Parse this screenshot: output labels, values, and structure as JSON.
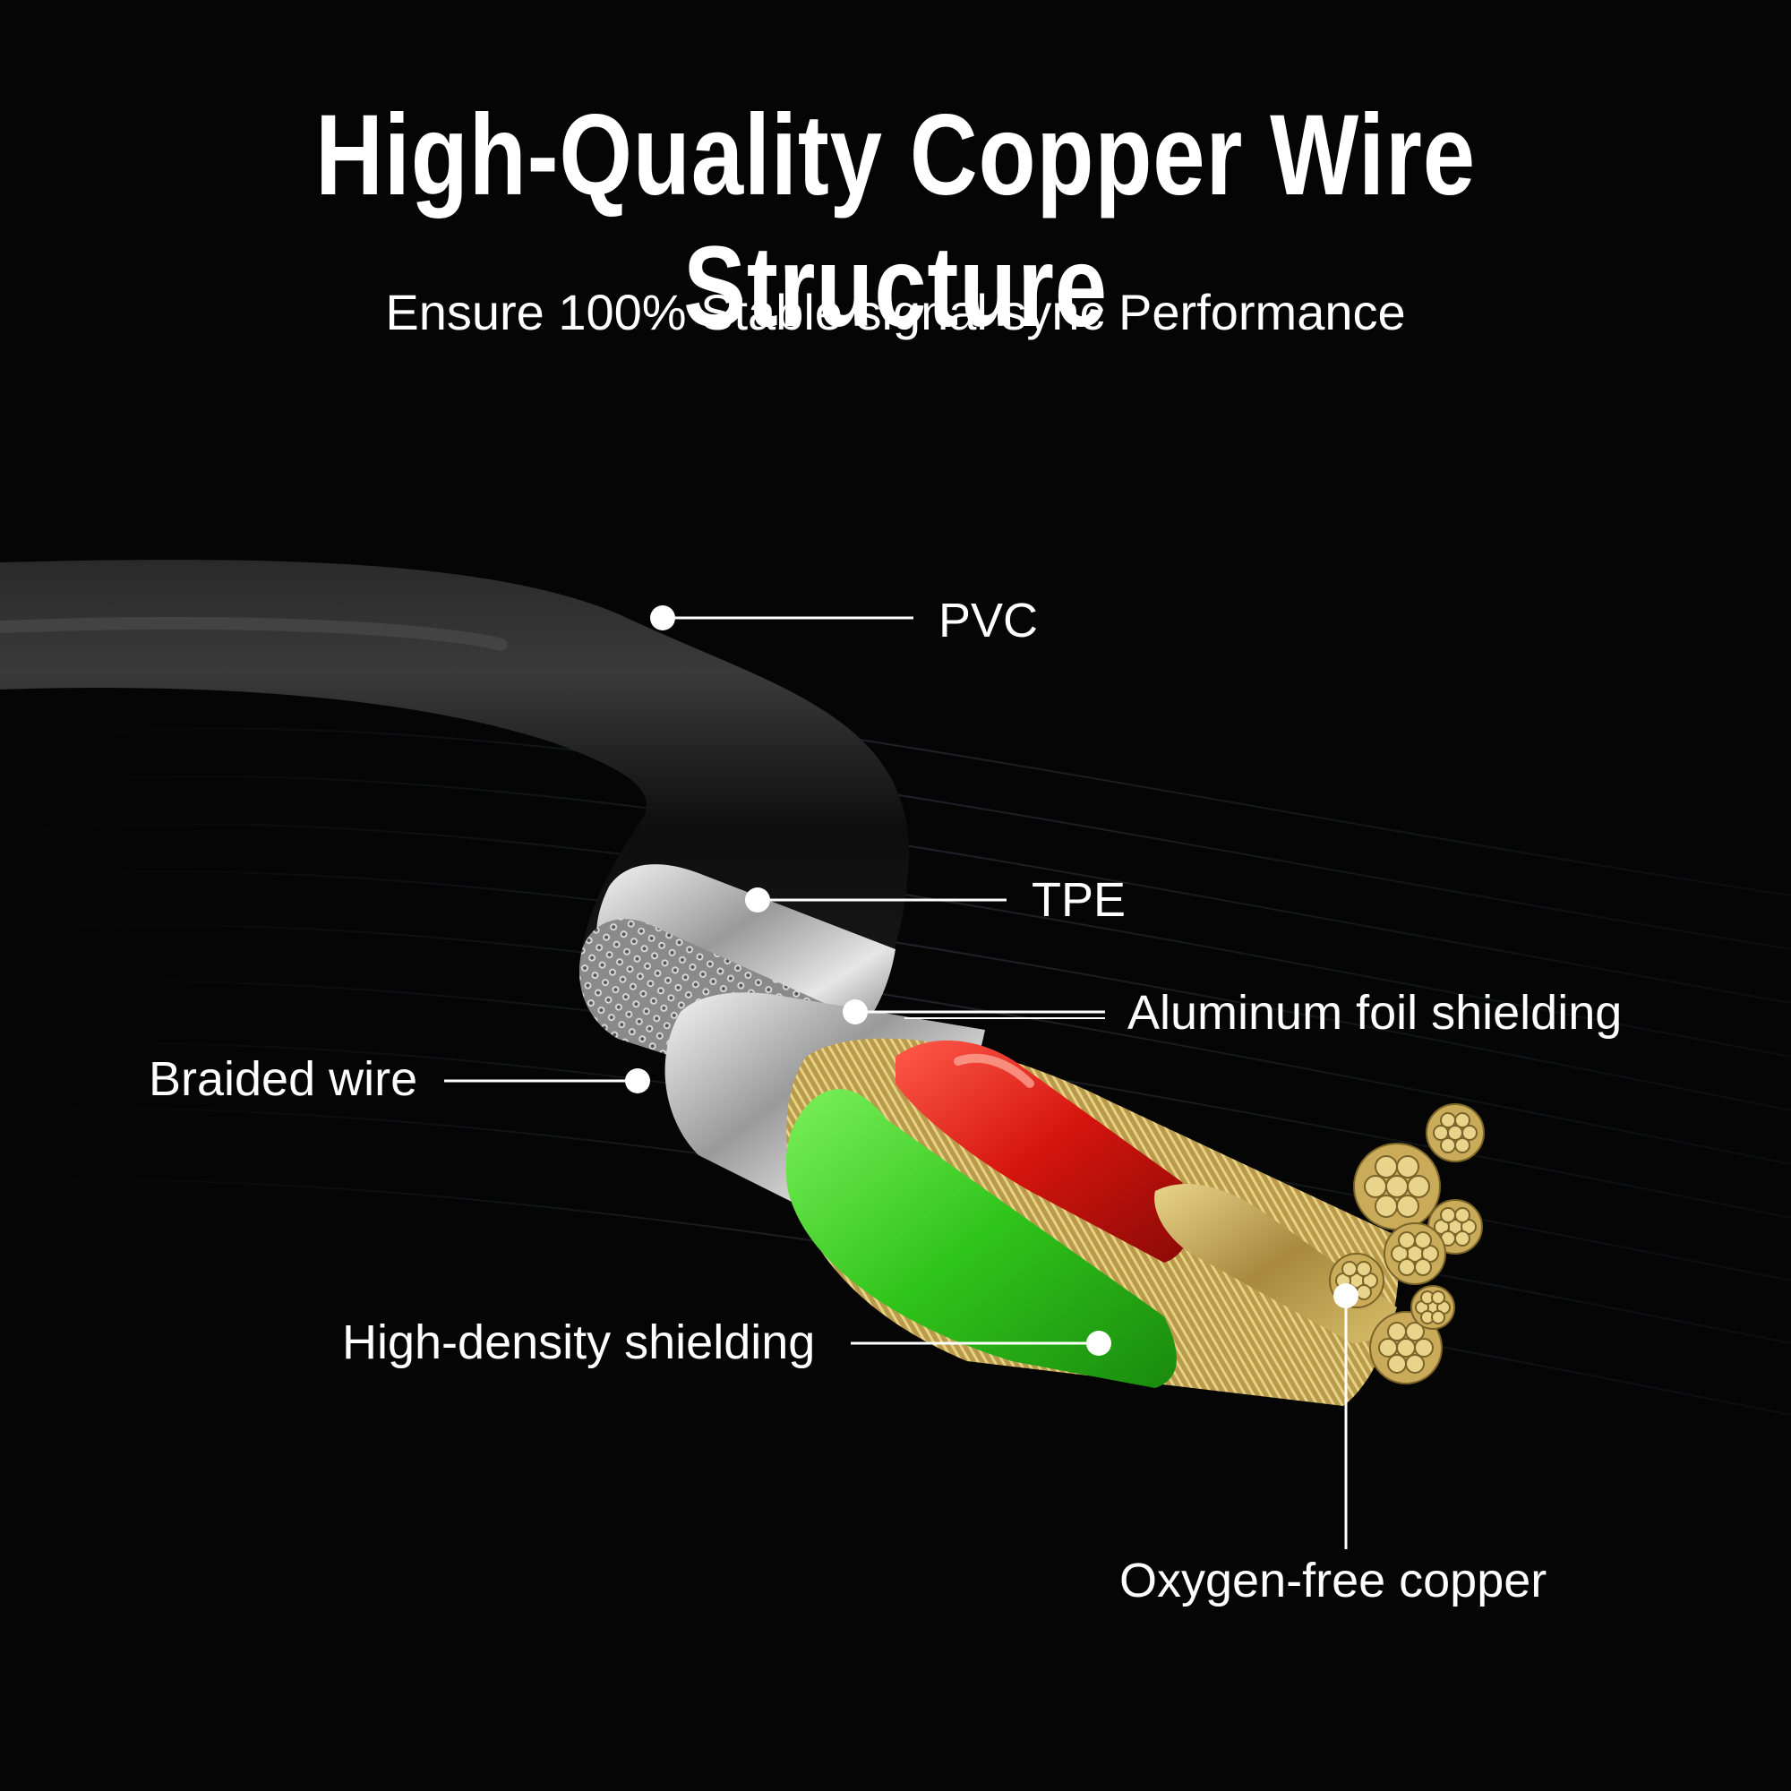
{
  "headline": "High-Quality Copper Wire Structure",
  "subheadline": "Ensure 100% Stable signal sync Performance",
  "callouts": {
    "pvc": "PVC",
    "tpe": "TPE",
    "aluminum_foil": "Aluminum foil shielding",
    "braided_wire": "Braided wire",
    "high_density": "High-density shielding",
    "oxygen_free_copper": "Oxygen-free copper"
  },
  "colors": {
    "background": "#050505",
    "text": "#ffffff",
    "jacket": "#151515",
    "silver": "#c8c8c8",
    "copper": "#c9a95a",
    "red_wire": "#e0201a",
    "green_wire": "#38d41c"
  }
}
